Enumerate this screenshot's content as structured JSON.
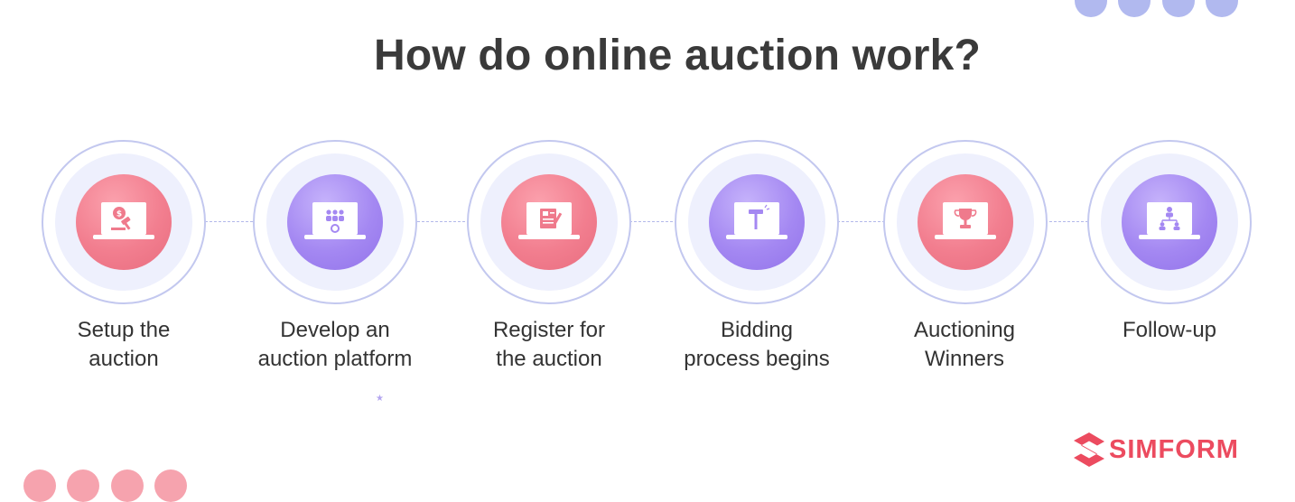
{
  "title": "How do online auction work?",
  "steps": [
    {
      "label_line1": "Setup the",
      "label_line2": "auction",
      "color": "pink",
      "icon": "gavel-coin-icon"
    },
    {
      "label_line1": "Develop an",
      "label_line2": "auction platform",
      "color": "purple",
      "icon": "team-platform-icon"
    },
    {
      "label_line1": "Register for",
      "label_line2": "the auction",
      "color": "pink",
      "icon": "registration-form-icon"
    },
    {
      "label_line1": "Bidding",
      "label_line2": "process begins",
      "color": "purple",
      "icon": "bidding-gavel-icon"
    },
    {
      "label_line1": "Auctioning",
      "label_line2": "Winners",
      "color": "pink",
      "icon": "trophy-icon"
    },
    {
      "label_line1": "Follow-up",
      "label_line2": "",
      "color": "purple",
      "icon": "org-chart-icon"
    }
  ],
  "brand": {
    "name": "SIMFORM",
    "color": "#ec4b5f"
  },
  "colors": {
    "pink": "#f27e8f",
    "purple": "#a488f2",
    "ring": "#c3c8ef",
    "title": "#3a3a3a"
  }
}
